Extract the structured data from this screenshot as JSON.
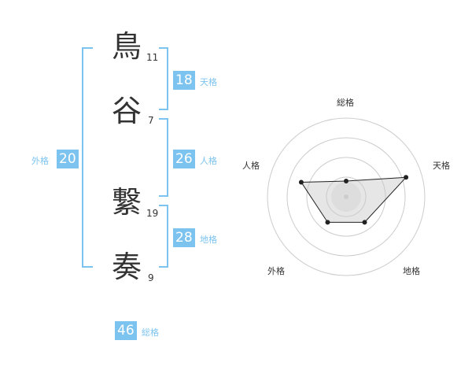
{
  "name_chars": [
    {
      "char": "鳥",
      "strokes": "11"
    },
    {
      "char": "谷",
      "strokes": "7"
    },
    {
      "char": "繋",
      "strokes": "19"
    },
    {
      "char": "奏",
      "strokes": "9"
    }
  ],
  "fortune": {
    "tenkaku": {
      "value": "18",
      "label": "天格"
    },
    "jinkaku": {
      "value": "26",
      "label": "人格"
    },
    "chikaku": {
      "value": "28",
      "label": "地格"
    },
    "gaikaku": {
      "value": "20",
      "label": "外格"
    },
    "soukaku": {
      "value": "46",
      "label": "総格"
    }
  },
  "colors": {
    "accent": "#7cc3f0",
    "text": "#333333",
    "grid": "#cccccc"
  },
  "chart_data": {
    "type": "radar",
    "axes": [
      "総格",
      "天格",
      "地格",
      "外格",
      "人格"
    ],
    "values": [
      1,
      4,
      2,
      2,
      3
    ],
    "max": 5
  }
}
